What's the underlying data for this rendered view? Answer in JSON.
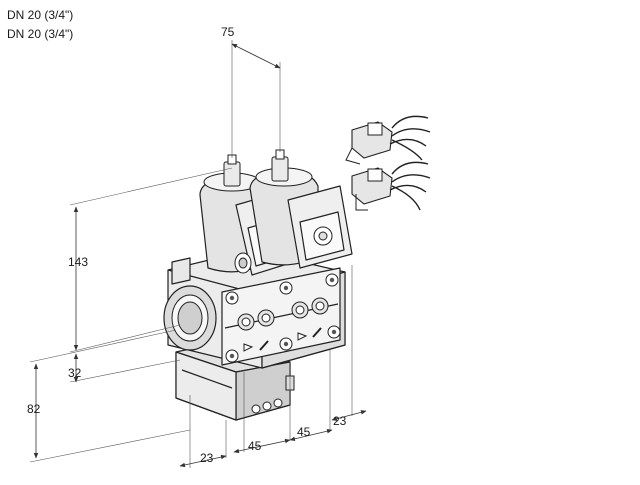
{
  "header": {
    "line1": "DN 20 (3/4\")",
    "line2": "DN 20 (3/4\")"
  },
  "dimensions": {
    "top_width": "75",
    "height_total": "143",
    "height_mid": "32",
    "height_bottom": "82",
    "offset_front": "23",
    "spacing_a": "45",
    "spacing_b": "45",
    "offset_side": "23"
  },
  "colors": {
    "line": "#222222",
    "body_light": "#f2f2f2",
    "body_mid": "#d9d9d9",
    "body_dark": "#a8a8a8",
    "coil": "#dcdcdc"
  }
}
